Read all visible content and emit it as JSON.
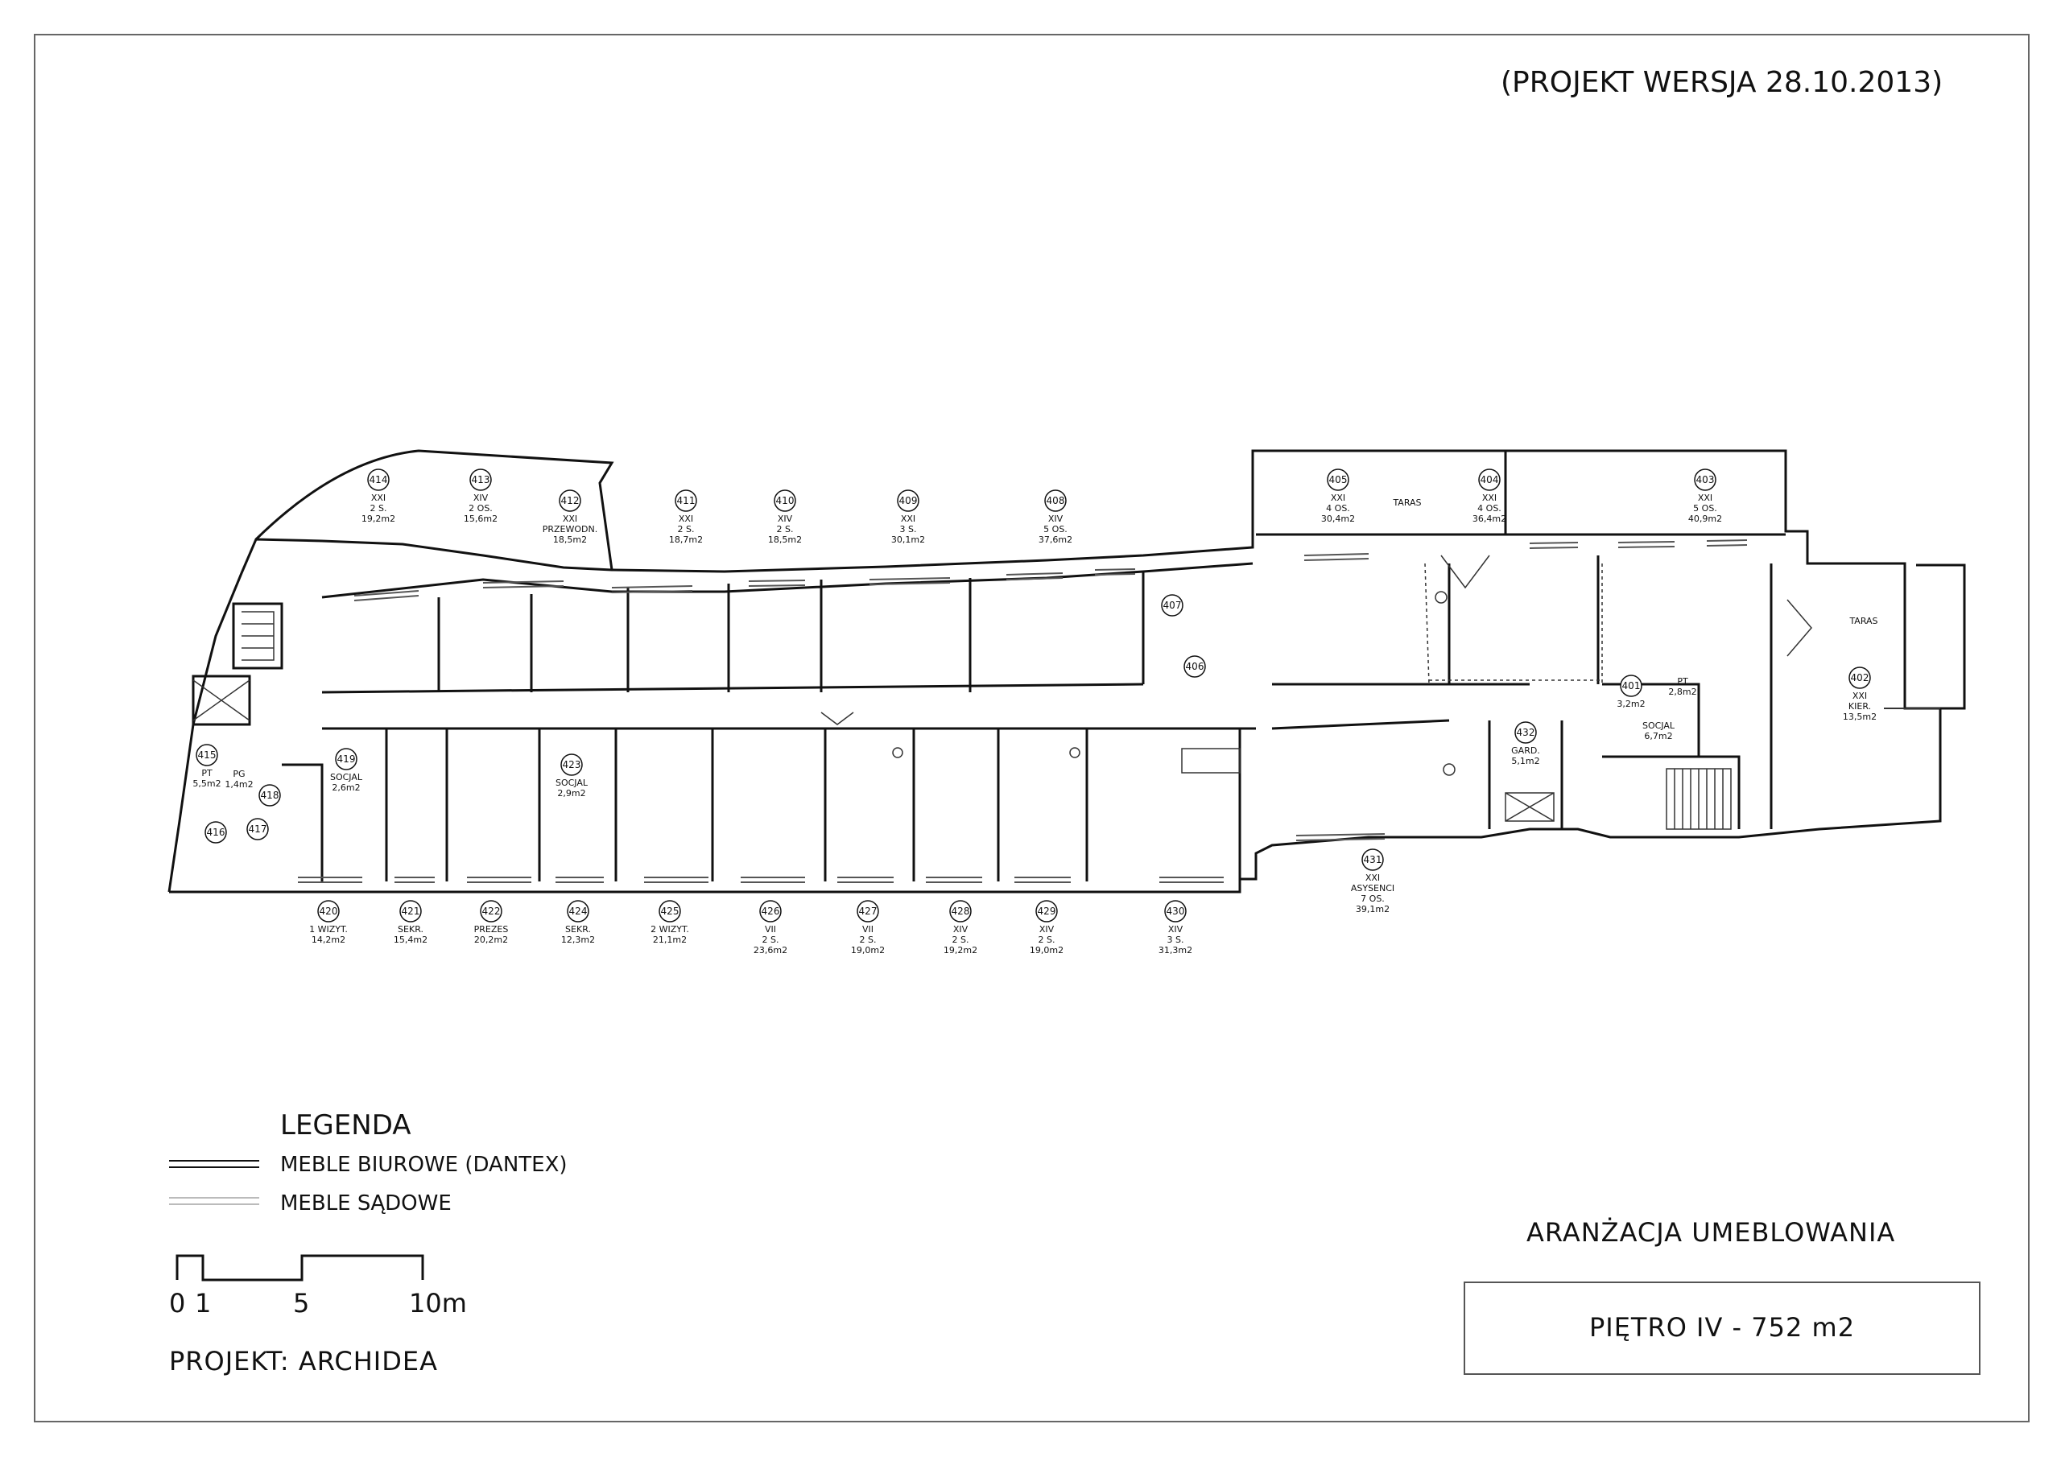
{
  "header": {
    "version": "(PROJEKT WERSJA 28.10.2013)"
  },
  "legend": {
    "title": "LEGENDA",
    "office_furniture": "MEBLE BIUROWE (DANTEX)",
    "court_furniture": "MEBLE SĄDOWE"
  },
  "scale": {
    "labels": [
      "0",
      "1",
      "5",
      "10m"
    ]
  },
  "project": "PROJEKT: ARCHIDEA",
  "title_block": {
    "heading": "ARANŻACJA UMEBLOWANIA",
    "floor": "PIĘTRO IV - 752 m2"
  },
  "terraces": [
    "TARAS",
    "TARAS"
  ],
  "rooms": [
    {
      "id": "414",
      "lines": [
        "XXI",
        "2 S.",
        "19,2m2"
      ]
    },
    {
      "id": "413",
      "lines": [
        "XIV",
        "2 OS.",
        "15,6m2"
      ]
    },
    {
      "id": "412",
      "lines": [
        "XXI",
        "PRZEWODN.",
        "18,5m2"
      ]
    },
    {
      "id": "411",
      "lines": [
        "XXI",
        "2 S.",
        "18,7m2"
      ]
    },
    {
      "id": "410",
      "lines": [
        "XIV",
        "2 S.",
        "18,5m2"
      ]
    },
    {
      "id": "409",
      "lines": [
        "XXI",
        "3 S.",
        "30,1m2"
      ]
    },
    {
      "id": "408",
      "lines": [
        "XIV",
        "5 OS.",
        "37,6m2"
      ]
    },
    {
      "id": "405",
      "lines": [
        "XXI",
        "4 OS.",
        "30,4m2"
      ]
    },
    {
      "id": "404",
      "lines": [
        "XXI",
        "4 OS.",
        "36,4m2"
      ]
    },
    {
      "id": "403",
      "lines": [
        "XXI",
        "5 OS.",
        "40,9m2"
      ]
    },
    {
      "id": "407",
      "lines": []
    },
    {
      "id": "406",
      "lines": []
    },
    {
      "id": "402",
      "lines": [
        "XXI",
        "KIER.",
        "13,5m2"
      ]
    },
    {
      "id": "401",
      "lines": [
        "3,2m2"
      ]
    },
    {
      "id": "",
      "lines": [
        "PT",
        "2,8m2"
      ]
    },
    {
      "id": "",
      "lines": [
        "SOCJAL",
        "6,7m2"
      ]
    },
    {
      "id": "432",
      "lines": [
        "GARD.",
        "5,1m2"
      ]
    },
    {
      "id": "415",
      "lines": [
        "PT",
        "5,5m2"
      ]
    },
    {
      "id": "",
      "lines": [
        "PG",
        "1,4m2"
      ]
    },
    {
      "id": "418",
      "lines": []
    },
    {
      "id": "416",
      "lines": []
    },
    {
      "id": "417",
      "lines": []
    },
    {
      "id": "419",
      "lines": [
        "SOCJAL",
        "2,6m2"
      ]
    },
    {
      "id": "423",
      "lines": [
        "SOCJAL",
        "2,9m2"
      ]
    },
    {
      "id": "420",
      "lines": [
        "1 WIZYT.",
        "14,2m2"
      ]
    },
    {
      "id": "421",
      "lines": [
        "SEKR.",
        "15,4m2"
      ]
    },
    {
      "id": "422",
      "lines": [
        "PREZES",
        "20,2m2"
      ]
    },
    {
      "id": "424",
      "lines": [
        "SEKR.",
        "12,3m2"
      ]
    },
    {
      "id": "425",
      "lines": [
        "2 WIZYT.",
        "21,1m2"
      ]
    },
    {
      "id": "426",
      "lines": [
        "VII",
        "2 S.",
        "23,6m2"
      ]
    },
    {
      "id": "427",
      "lines": [
        "VII",
        "2 S.",
        "19,0m2"
      ]
    },
    {
      "id": "428",
      "lines": [
        "XIV",
        "2 S.",
        "19,2m2"
      ]
    },
    {
      "id": "429",
      "lines": [
        "XIV",
        "2 S.",
        "19,0m2"
      ]
    },
    {
      "id": "430",
      "lines": [
        "XIV",
        "3 S.",
        "31,3m2"
      ]
    },
    {
      "id": "431",
      "lines": [
        "XXI",
        "ASYSENCI",
        "7 OS.",
        "39,1m2"
      ]
    }
  ]
}
